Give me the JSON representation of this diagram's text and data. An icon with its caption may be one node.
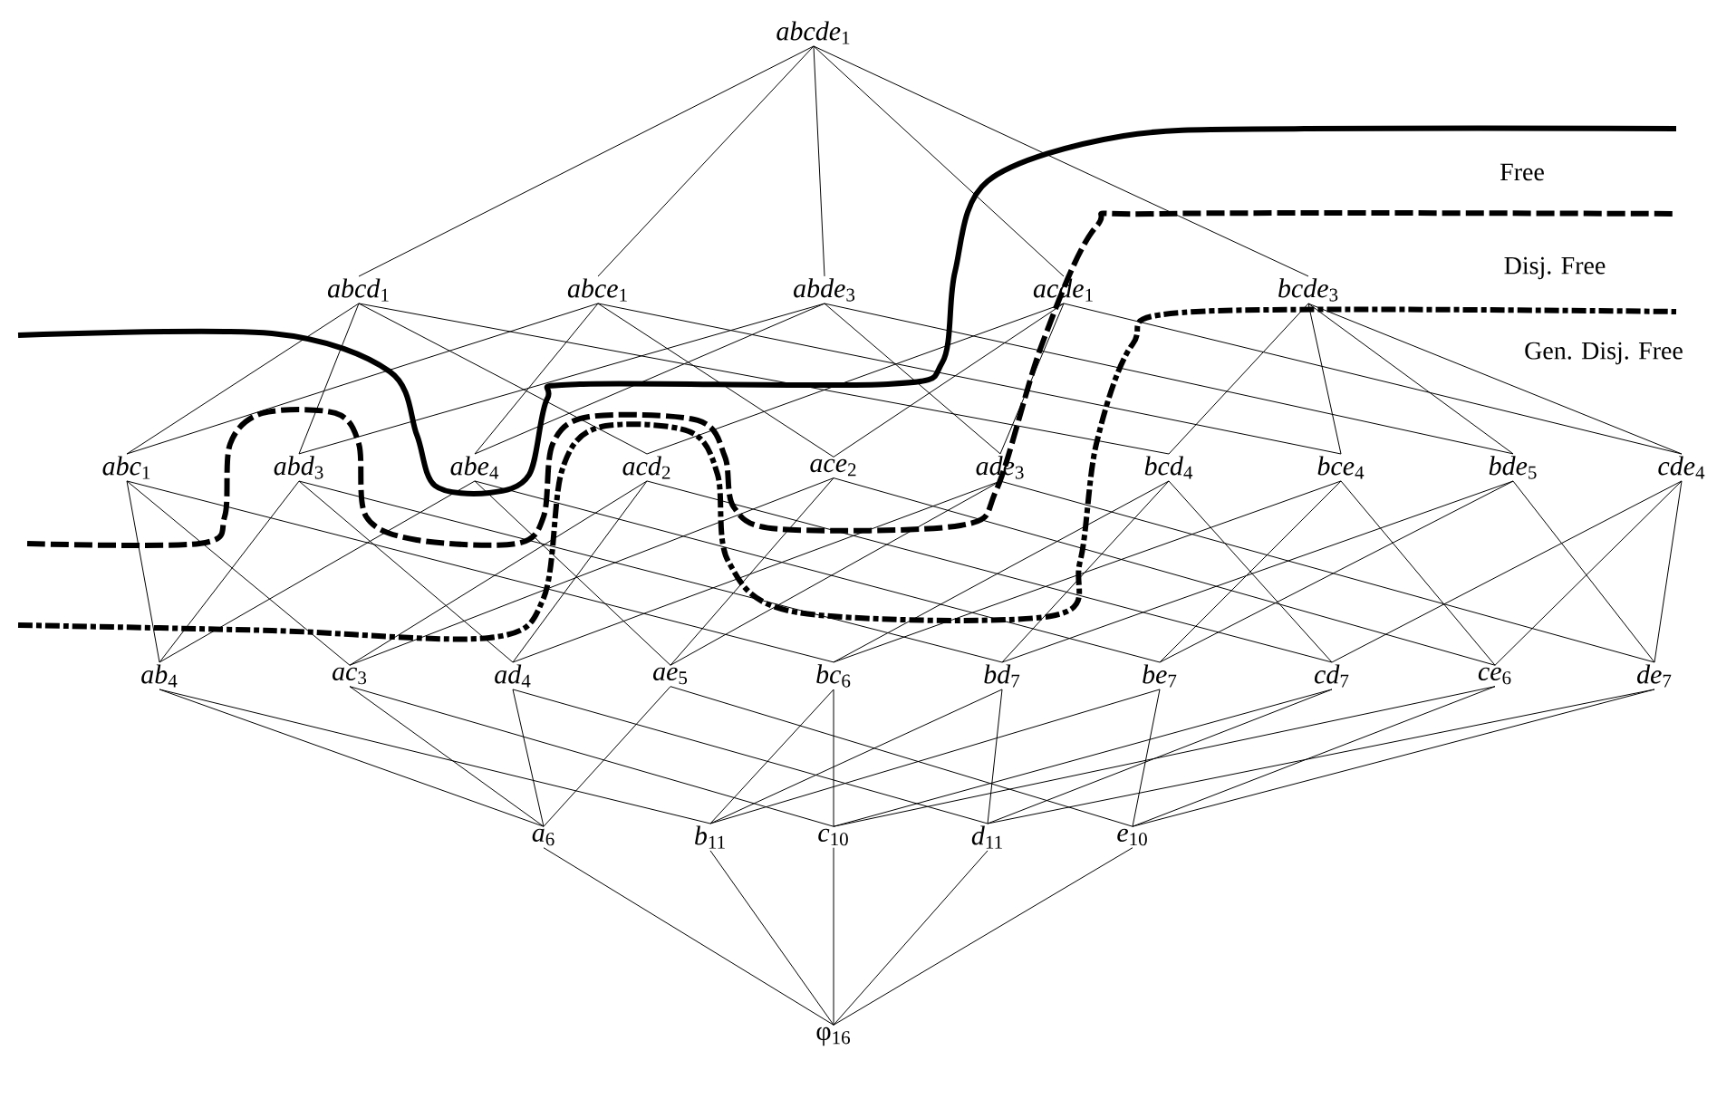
{
  "diagram": {
    "nodes": [
      {
        "text": [
          "*abcde*$_{1}$"
        ]
      },
      {
        "text": [
          "*abcd*$_{1}$"
        ]
      },
      {
        "text": [
          "*abce*$_{1}$"
        ]
      },
      {
        "text": [
          "*abde*$_{3}$"
        ]
      },
      {
        "text": [
          "*acde*$_{1}$"
        ]
      },
      {
        "text": [
          "*bcde*$_{3}$"
        ]
      },
      {
        "text": [
          "*abc*$_{1}$"
        ]
      },
      {
        "text": [
          "*abd*$_{3}$"
        ]
      },
      {
        "text": [
          "*abe*$_{4}$"
        ]
      },
      {
        "text": [
          "*acd*$_{2}$"
        ]
      },
      {
        "text": [
          "*ace*$_{2}$"
        ]
      },
      {
        "text": [
          "*ade*$_{3}$"
        ]
      },
      {
        "text": [
          "*bcd*$_{4}$"
        ]
      },
      {
        "text": [
          "*bce*$_{4}$"
        ]
      },
      {
        "text": [
          "*bde*$_{5}$"
        ]
      },
      {
        "text": [
          "*cde*$_{4}$"
        ]
      },
      {
        "text": [
          "*ab*$_{4}$"
        ]
      },
      {
        "text": [
          "*ac*$_{3}$"
        ]
      },
      {
        "text": [
          "*ad*$_{4}$"
        ]
      },
      {
        "text": [
          "*ae*$_{5}$"
        ]
      },
      {
        "text": [
          "*bc*$_{6}$"
        ]
      },
      {
        "text": [
          "*bd*$_{7}$"
        ]
      },
      {
        "text": [
          "*be*$_{7}$"
        ]
      },
      {
        "text": [
          "*cd*$_{7}$"
        ]
      },
      {
        "text": [
          "*ce*$_{6}$"
        ]
      },
      {
        "text": [
          "*de*$_{7}$"
        ]
      },
      {
        "text": [
          "*a*$_{6}$"
        ]
      },
      {
        "text": [
          "*b*$_{11}$"
        ]
      },
      {
        "text": [
          "*c*$_{10}$"
        ]
      },
      {
        "text": [
          "*d*$_{11}$"
        ]
      },
      {
        "text": [
          "*e*$_{10}$"
        ]
      },
      {
        "text": [
          "φ$_{16}$"
        ]
      }
    ],
    "edges": [
      {
        "from": 0,
        "to": 1,
        "arrow": "none"
      },
      {
        "from": 0,
        "to": 2,
        "arrow": "none"
      },
      {
        "from": 0,
        "to": 3,
        "arrow": "none"
      },
      {
        "from": 0,
        "to": 4,
        "arrow": "none"
      },
      {
        "from": 0,
        "to": 5,
        "arrow": "none"
      },
      {
        "from": 1,
        "to": 6,
        "arrow": "none"
      },
      {
        "from": 1,
        "to": 7,
        "arrow": "none"
      },
      {
        "from": 1,
        "to": 9,
        "arrow": "none"
      },
      {
        "from": 1,
        "to": 12,
        "arrow": "none"
      },
      {
        "from": 2,
        "to": 6,
        "arrow": "none"
      },
      {
        "from": 2,
        "to": 8,
        "arrow": "none"
      },
      {
        "from": 2,
        "to": 10,
        "arrow": "none"
      },
      {
        "from": 2,
        "to": 13,
        "arrow": "none"
      },
      {
        "from": 3,
        "to": 7,
        "arrow": "none"
      },
      {
        "from": 3,
        "to": 8,
        "arrow": "none"
      },
      {
        "from": 3,
        "to": 11,
        "arrow": "none"
      },
      {
        "from": 3,
        "to": 14,
        "arrow": "none"
      },
      {
        "from": 4,
        "to": 9,
        "arrow": "none"
      },
      {
        "from": 4,
        "to": 10,
        "arrow": "none"
      },
      {
        "from": 4,
        "to": 11,
        "arrow": "none"
      },
      {
        "from": 4,
        "to": 15,
        "arrow": "none"
      },
      {
        "from": 5,
        "to": 12,
        "arrow": "none"
      },
      {
        "from": 5,
        "to": 13,
        "arrow": "none"
      },
      {
        "from": 5,
        "to": 14,
        "arrow": "none"
      },
      {
        "from": 5,
        "to": 15,
        "arrow": "none"
      },
      {
        "from": 6,
        "to": 16,
        "arrow": "none"
      },
      {
        "from": 6,
        "to": 17,
        "arrow": "none"
      },
      {
        "from": 6,
        "to": 20,
        "arrow": "none"
      },
      {
        "from": 7,
        "to": 16,
        "arrow": "none"
      },
      {
        "from": 7,
        "to": 18,
        "arrow": "none"
      },
      {
        "from": 7,
        "to": 21,
        "arrow": "none"
      },
      {
        "from": 8,
        "to": 16,
        "arrow": "none"
      },
      {
        "from": 8,
        "to": 19,
        "arrow": "none"
      },
      {
        "from": 8,
        "to": 22,
        "arrow": "none"
      },
      {
        "from": 9,
        "to": 17,
        "arrow": "none"
      },
      {
        "from": 9,
        "to": 18,
        "arrow": "none"
      },
      {
        "from": 9,
        "to": 23,
        "arrow": "none"
      },
      {
        "from": 10,
        "to": 17,
        "arrow": "none"
      },
      {
        "from": 10,
        "to": 19,
        "arrow": "none"
      },
      {
        "from": 10,
        "to": 24,
        "arrow": "none"
      },
      {
        "from": 11,
        "to": 18,
        "arrow": "none"
      },
      {
        "from": 11,
        "to": 19,
        "arrow": "none"
      },
      {
        "from": 11,
        "to": 25,
        "arrow": "none"
      },
      {
        "from": 12,
        "to": 20,
        "arrow": "none"
      },
      {
        "from": 12,
        "to": 21,
        "arrow": "none"
      },
      {
        "from": 12,
        "to": 23,
        "arrow": "none"
      },
      {
        "from": 13,
        "to": 20,
        "arrow": "none"
      },
      {
        "from": 13,
        "to": 22,
        "arrow": "none"
      },
      {
        "from": 13,
        "to": 24,
        "arrow": "none"
      },
      {
        "from": 14,
        "to": 21,
        "arrow": "none"
      },
      {
        "from": 14,
        "to": 22,
        "arrow": "none"
      },
      {
        "from": 14,
        "to": 25,
        "arrow": "none"
      },
      {
        "from": 15,
        "to": 23,
        "arrow": "none"
      },
      {
        "from": 15,
        "to": 24,
        "arrow": "none"
      },
      {
        "from": 15,
        "to": 25,
        "arrow": "none"
      },
      {
        "from": 16,
        "to": 26,
        "arrow": "none"
      },
      {
        "from": 16,
        "to": 27,
        "arrow": "none"
      },
      {
        "from": 17,
        "to": 26,
        "arrow": "none"
      },
      {
        "from": 17,
        "to": 28,
        "arrow": "none"
      },
      {
        "from": 18,
        "to": 26,
        "arrow": "none"
      },
      {
        "from": 18,
        "to": 29,
        "arrow": "none"
      },
      {
        "from": 19,
        "to": 26,
        "arrow": "none"
      },
      {
        "from": 19,
        "to": 30,
        "arrow": "none"
      },
      {
        "from": 20,
        "to": 27,
        "arrow": "none"
      },
      {
        "from": 20,
        "to": 28,
        "arrow": "none"
      },
      {
        "from": 21,
        "to": 27,
        "arrow": "none"
      },
      {
        "from": 21,
        "to": 29,
        "arrow": "none"
      },
      {
        "from": 22,
        "to": 27,
        "arrow": "none"
      },
      {
        "from": 22,
        "to": 30,
        "arrow": "none"
      },
      {
        "from": 23,
        "to": 28,
        "arrow": "none"
      },
      {
        "from": 23,
        "to": 29,
        "arrow": "none"
      },
      {
        "from": 24,
        "to": 28,
        "arrow": "none"
      },
      {
        "from": 24,
        "to": 30,
        "arrow": "none"
      },
      {
        "from": 25,
        "to": 29,
        "arrow": "none"
      },
      {
        "from": 25,
        "to": 30,
        "arrow": "none"
      },
      {
        "from": 26,
        "to": 31,
        "arrow": "none"
      },
      {
        "from": 27,
        "to": 31,
        "arrow": "none"
      },
      {
        "from": 28,
        "to": 31,
        "arrow": "none"
      },
      {
        "from": 29,
        "to": 31,
        "arrow": "none"
      },
      {
        "from": 30,
        "to": 31,
        "arrow": "none"
      }
    ],
    "legend": [
      {
        "text": "Free"
      },
      {
        "text": "Disj. Free"
      },
      {
        "text": "Gen. Disj. Free"
      }
    ]
  }
}
